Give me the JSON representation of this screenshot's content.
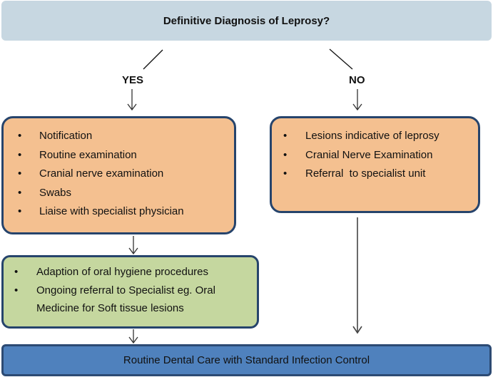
{
  "question": "Definitive Diagnosis of Leprosy?",
  "branches": {
    "yes_label": "YES",
    "no_label": "NO"
  },
  "yes_box": {
    "items": [
      "Notification",
      "Routine examination",
      "Cranial nerve examination",
      "Swabs",
      "Liaise with specialist physician"
    ]
  },
  "no_box": {
    "items": [
      "Lesions indicative of leprosy",
      "Cranial Nerve Examination",
      "Referral  to specialist unit"
    ]
  },
  "green_box": {
    "items": [
      "Adaption of oral hygiene procedures",
      "Ongoing referral to Specialist eg. Oral Medicine for Soft tissue lesions"
    ]
  },
  "outcome": "Routine Dental Care with Standard Infection Control",
  "bullet_glyph": "•",
  "colors": {
    "question_fill": "#c7d7e1",
    "action_fill": "#f4c090",
    "followup_fill": "#c5d79f",
    "outcome_fill": "#4f81bd",
    "border": "#26446c"
  }
}
